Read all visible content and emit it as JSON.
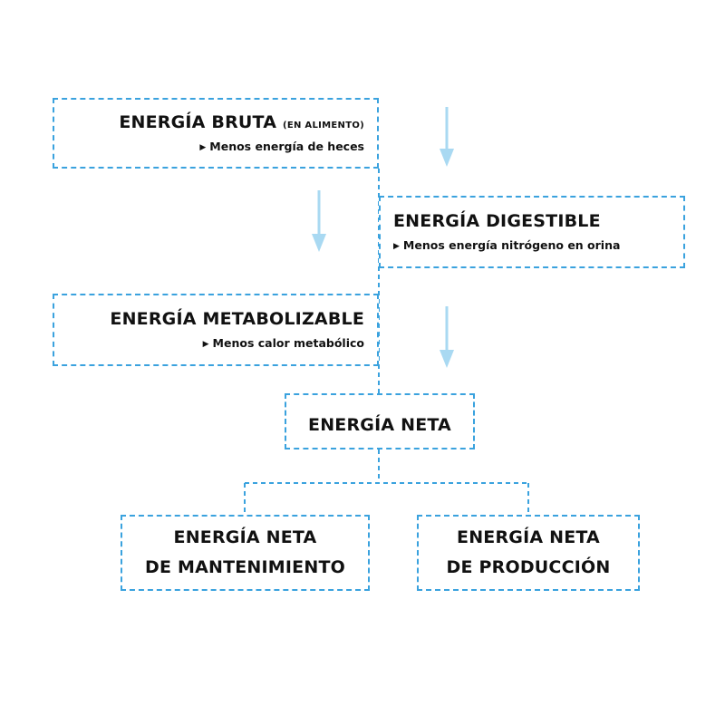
{
  "colors": {
    "border": "#3aa2de",
    "arrow": "#a9d9f2",
    "text": "#111111"
  },
  "boxes": {
    "bruta": {
      "title": "ENERGÍA BRUTA",
      "title_suffix": "(en alimento)",
      "subtitle": "Menos energía de heces"
    },
    "digestible": {
      "title": "ENERGÍA DIGESTIBLE",
      "subtitle": "Menos energía nitrógeno en orina"
    },
    "metabolizable": {
      "title": "ENERGÍA METABOLIZABLE",
      "subtitle": "Menos calor metabólico"
    },
    "neta": {
      "title": "ENERGÍA NETA"
    },
    "mantenimiento": {
      "line1": "ENERGÍA NETA",
      "line2": "DE MANTENIMIENTO"
    },
    "produccion": {
      "line1": "ENERGÍA NETA",
      "line2": "DE PRODUCCIÓN"
    }
  },
  "bullet_icon": "triangle-right-icon",
  "arrow_icon": "arrow-down-icon"
}
